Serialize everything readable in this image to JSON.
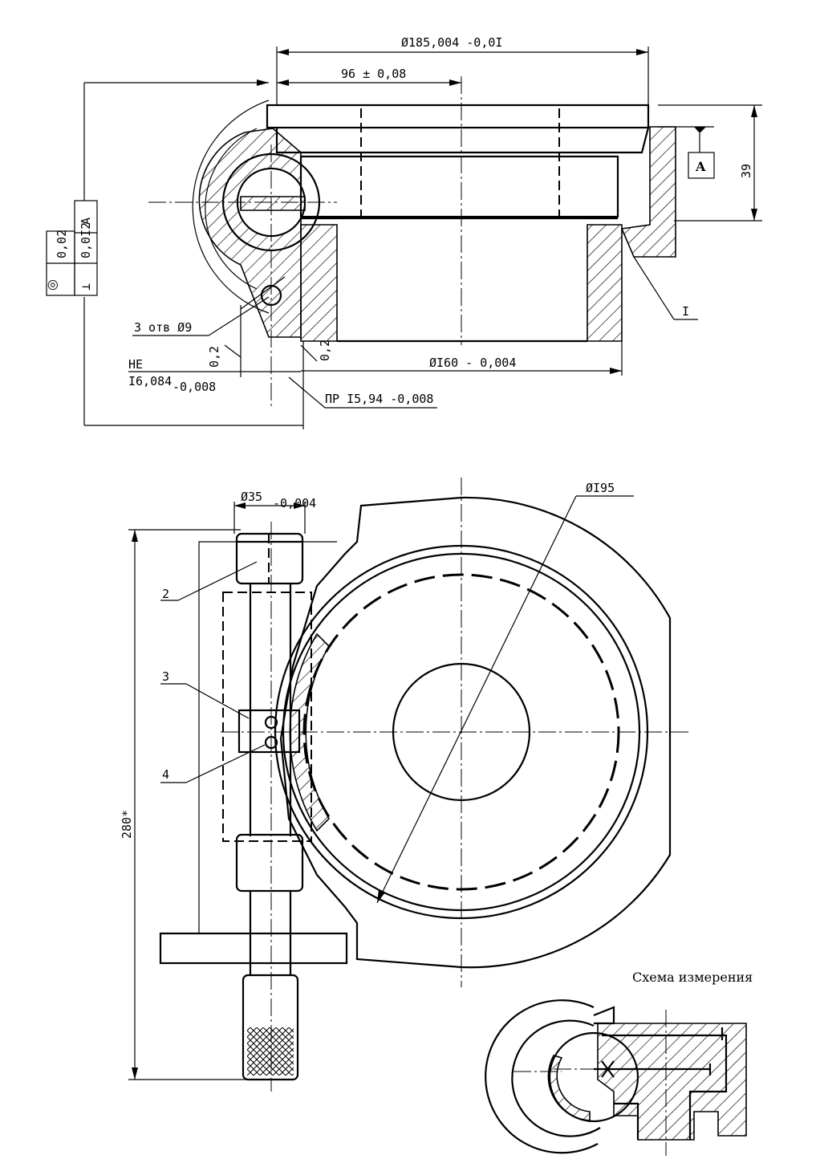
{
  "dimensions": {
    "outer_diameter": "Ø185,004 -0,0I",
    "width_96": "96 ± 0,08",
    "height_39": "39",
    "bore_diameter": "ØI60 - 0,004",
    "holes": "3 отв Ø9",
    "chamfer_left": "0,2",
    "chamfer_right": "0,2",
    "ne_label": "НЕ",
    "ne_value": "I6,084",
    "ne_tol": "-0,008",
    "pr_value": "ПР I5,94 -0,008",
    "diameter_35": "Ø35",
    "diameter_35_tol": "-0,004",
    "diameter_195": "ØI95",
    "length_280": "280*"
  },
  "tolerance_frame": {
    "concentricity_symbol": "◎",
    "concentricity_value": "0,02",
    "perpendicular_symbol": "⊥",
    "perpendicular_value": "0,0I2",
    "datum": "A"
  },
  "datum_box": "A",
  "callouts": {
    "section_mark": "I",
    "item_2": "2",
    "item_3": "3",
    "item_4": "4"
  },
  "measurement_scheme_title": "Схема измерения"
}
